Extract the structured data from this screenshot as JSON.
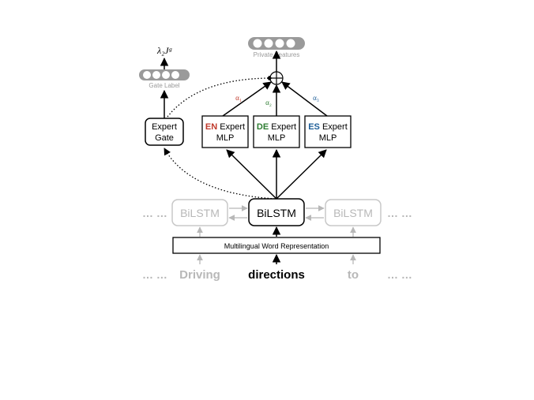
{
  "diagram": {
    "output_top": {
      "math": "λ₂Jᵍ"
    },
    "gate_label": "Gate Label",
    "private_features": "Private Features",
    "alphas": [
      "α₁",
      "α₂",
      "α₃"
    ],
    "expert_gate": {
      "line1": "Expert",
      "line2": "Gate"
    },
    "experts": [
      {
        "lang": "EN",
        "word": "Expert",
        "line2": "MLP",
        "color": "#c0392b"
      },
      {
        "lang": "DE",
        "word": "Expert",
        "line2": "MLP",
        "color": "#2e7d32"
      },
      {
        "lang": "ES",
        "word": "Expert",
        "line2": "MLP",
        "color": "#1f5f99"
      }
    ],
    "bilstm": {
      "left": "BiLSTM",
      "center": "BiLSTM",
      "right": "BiLSTM"
    },
    "ellipsis": "… …",
    "word_repr": "Multilingual Word Representation",
    "words": {
      "left": "Driving",
      "center": "directions",
      "right": "to"
    }
  }
}
